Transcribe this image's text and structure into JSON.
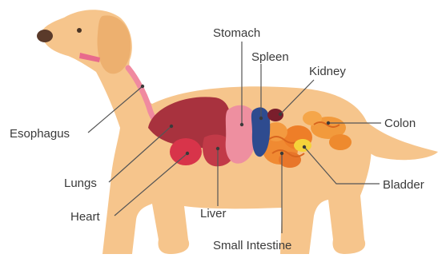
{
  "diagram": {
    "labels": {
      "stomach": "Stomach",
      "spleen": "Spleen",
      "kidney": "Kidney",
      "colon": "Colon",
      "esophagus": "Esophagus",
      "lungs": "Lungs",
      "heart": "Heart",
      "liver": "Liver",
      "bladder": "Bladder",
      "small_intestine": "Small Intestine"
    },
    "colors": {
      "body": "#F6C58C",
      "ear": "#EDB06F",
      "nose": "#5A3A2A",
      "collar": "#E86A8C",
      "esophagus": "#F08AA0",
      "lungs": "#A8323E",
      "heart": "#D8344A",
      "liver": "#C23A48",
      "stomach": "#EE8FA0",
      "spleen": "#2E4B8F",
      "kidney": "#7A1E2C",
      "intestine": "#F08A32",
      "colon": "#F29A3C",
      "bladder": "#F5D33A",
      "leader_line": "#555555",
      "label_text": "#3A3A3A"
    }
  }
}
